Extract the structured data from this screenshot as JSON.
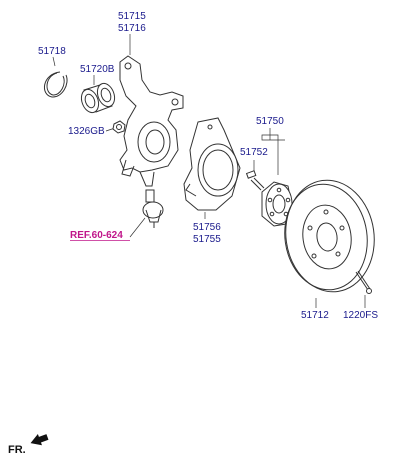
{
  "labels": {
    "p51715": "51715",
    "p51716": "51716",
    "p51718": "51718",
    "p51720b": "51720B",
    "p1326gb": "1326GB",
    "p51750": "51750",
    "p51752": "51752",
    "p51756": "51756",
    "p51755": "51755",
    "ref": "REF.60-624",
    "p51712": "51712",
    "p1220fs": "1220FS",
    "fr": "FR."
  },
  "colors": {
    "part_number": "#1a1a8c",
    "reference": "#c0168a",
    "line": "#333333"
  },
  "icons": {
    "front_direction": "arrow-icon"
  }
}
